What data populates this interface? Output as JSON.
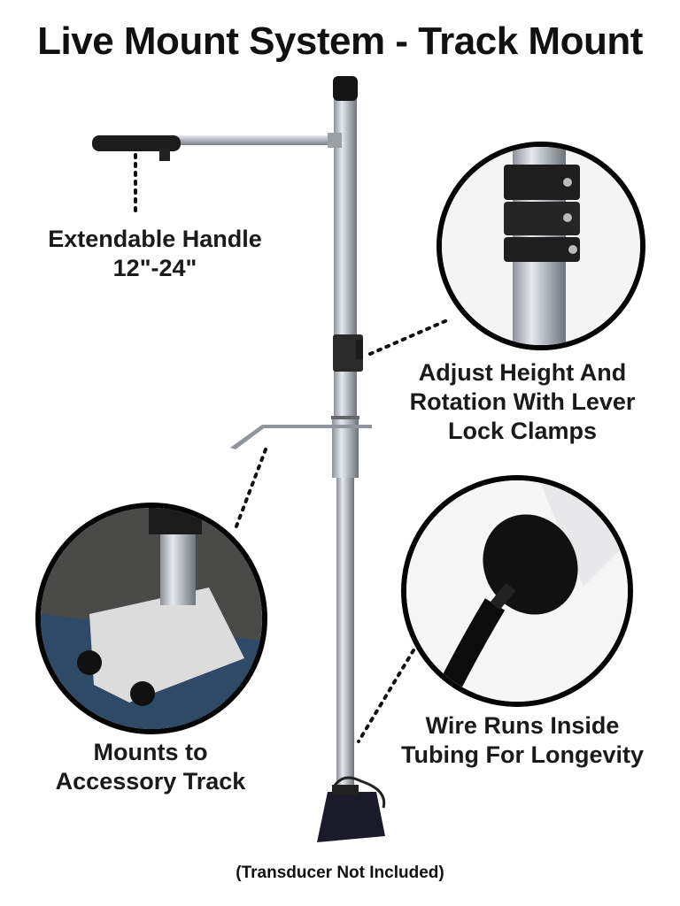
{
  "title": "Live Mount System - Track Mount",
  "callouts": {
    "handle": {
      "line1": "Extendable Handle",
      "line2": "12\"-24\""
    },
    "height": {
      "line1": "Adjust Height And",
      "line2": "Rotation With Lever",
      "line3": "Lock Clamps"
    },
    "track": {
      "line1": "Mounts to",
      "line2": "Accessory Track"
    },
    "wire": {
      "line1": "Wire Runs Inside",
      "line2": "Tubing For Longevity"
    }
  },
  "footnote": "(Transducer Not Included)"
}
